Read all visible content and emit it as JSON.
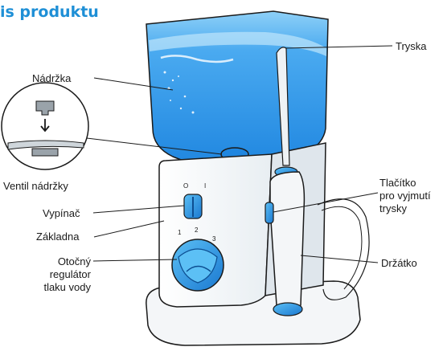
{
  "heading": "is produktu",
  "labels": {
    "reservoir": "Nádržka",
    "reservoir_valve": "Ventil nádržky",
    "switch": "Vypínač",
    "base": "Základna",
    "pressure_line1": "Otočný",
    "pressure_line2": "regulátor",
    "pressure_line3": "tlaku vody",
    "tip": "Tryska",
    "tip_eject_line1": "Tlačítko",
    "tip_eject_line2": "pro vyjmutí",
    "tip_eject_line3": "trysky",
    "handle": "Držátko"
  },
  "dial_marks": {
    "switch_off": "O",
    "switch_on": "I",
    "pressure_1": "1",
    "pressure_2": "2",
    "pressure_3": "3"
  },
  "colors": {
    "accent": "#1e8fd6",
    "water": "#3fa0e8",
    "outline": "#1a1a1a"
  }
}
